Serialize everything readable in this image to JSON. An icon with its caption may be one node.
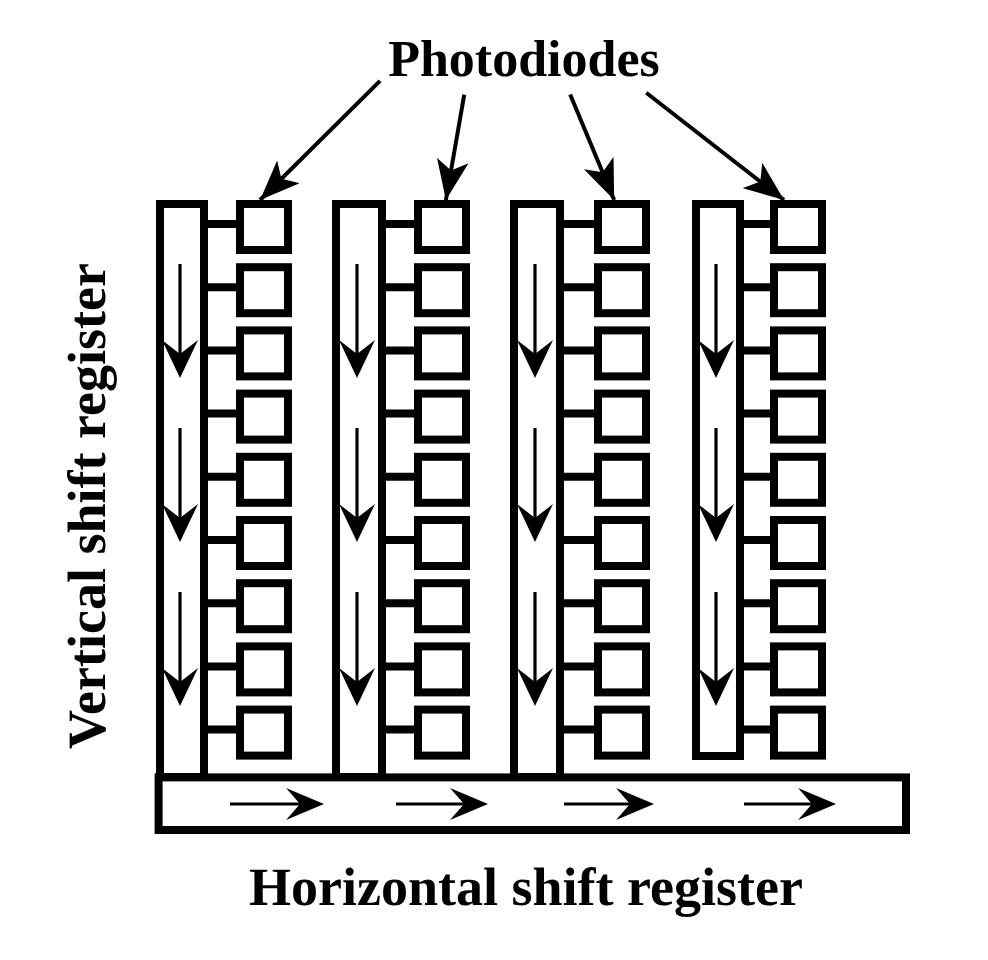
{
  "diagram": {
    "nodes": [
      {
        "text": [
          "Photodiodes"
        ]
      },
      {
        "text": [],
        "shape": "box"
      },
      {
        "text": [],
        "shape": "box"
      },
      {
        "text": [],
        "shape": "box"
      },
      {
        "text": [],
        "shape": "box"
      }
    ],
    "edges": [
      {
        "from": 0,
        "to": 1,
        "arrow": "to"
      },
      {
        "from": 0,
        "to": 2,
        "arrow": "to"
      },
      {
        "from": 0,
        "to": 3,
        "arrow": "to"
      },
      {
        "from": 0,
        "to": 4,
        "arrow": "to"
      }
    ],
    "labels": [
      "Vertical shift register",
      "Horizontal shift register"
    ]
  }
}
